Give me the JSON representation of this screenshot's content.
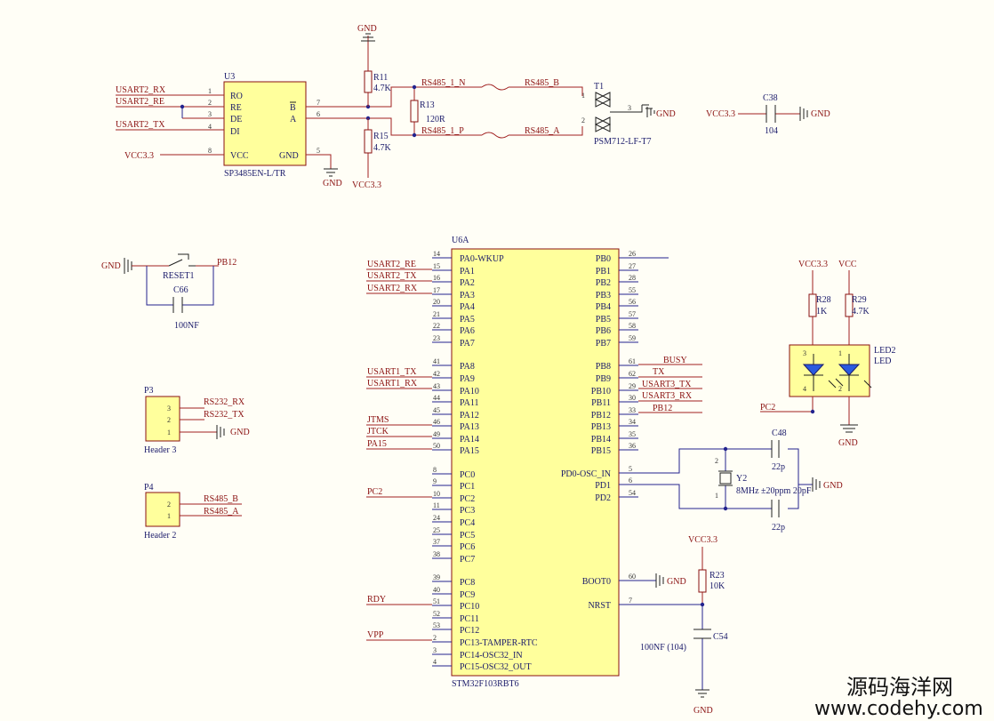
{
  "net_labels": {
    "usart2_rx": "USART2_RX",
    "usart2_re": "USART2_RE",
    "usart2_tx": "USART2_TX",
    "vcc33": "VCC3.3",
    "gnd": "GND",
    "vcc": "VCC",
    "rs485_1_n": "RS485_1_N",
    "rs485_1_p": "RS485_1_P",
    "rs485_b": "RS485_B",
    "rs485_a": "RS485_A",
    "pb12": "PB12",
    "usart1_tx": "USART1_TX",
    "usart1_rx": "USART1_RX",
    "jtms": "JTMS",
    "jtck": "JTCK",
    "pa15": "PA15",
    "pc2": "PC2",
    "rdy": "RDY",
    "vpp": "VPP",
    "busy": "BUSY",
    "tx": "TX",
    "usart3_tx": "USART3_TX",
    "usart3_rx": "USART3_RX",
    "rs232_rx": "RS232_RX",
    "rs232_tx": "RS232_TX"
  },
  "u3": {
    "ref": "U3",
    "part": "SP3485EN-L/TR",
    "pins_left": [
      "RO",
      "RE",
      "DE",
      "DI",
      "VCC"
    ],
    "pin_nums_left": [
      "1",
      "2",
      "3",
      "4",
      "8"
    ],
    "pins_right": [
      "B",
      "A",
      "GND"
    ],
    "pin_nums_right": [
      "7",
      "6",
      "5"
    ]
  },
  "u6": {
    "ref": "U6A",
    "part": "STM32F103RBT6",
    "left_pins": [
      "PA0-WKUP",
      "PA1",
      "PA2",
      "PA3",
      "PA4",
      "PA5",
      "PA6",
      "PA7",
      "PA8",
      "PA9",
      "PA10",
      "PA11",
      "PA12",
      "PA13",
      "PA14",
      "PA15",
      "PC0",
      "PC1",
      "PC2",
      "PC3",
      "PC4",
      "PC5",
      "PC6",
      "PC7",
      "PC8",
      "PC9",
      "PC10",
      "PC11",
      "PC12",
      "PC13-TAMPER-RTC",
      "PC14-OSC32_IN",
      "PC15-OSC32_OUT"
    ],
    "left_nums": [
      "14",
      "15",
      "16",
      "17",
      "20",
      "21",
      "22",
      "23",
      "41",
      "42",
      "43",
      "44",
      "45",
      "46",
      "49",
      "50",
      "8",
      "9",
      "10",
      "11",
      "24",
      "25",
      "37",
      "38",
      "39",
      "40",
      "51",
      "52",
      "53",
      "2",
      "3",
      "4"
    ],
    "right_pins": [
      "PB0",
      "PB1",
      "PB2",
      "PB3",
      "PB4",
      "PB5",
      "PB6",
      "PB7",
      "PB8",
      "PB9",
      "PB10",
      "PB11",
      "PB12",
      "PB13",
      "PB14",
      "PB15",
      "PD0-OSC_IN",
      "PD1",
      "PD2",
      "BOOT0",
      "NRST"
    ],
    "right_nums": [
      "26",
      "27",
      "28",
      "55",
      "56",
      "57",
      "58",
      "59",
      "61",
      "62",
      "29",
      "30",
      "33",
      "34",
      "35",
      "36",
      "5",
      "6",
      "54",
      "60",
      "7"
    ]
  },
  "components": {
    "r11": {
      "ref": "R11",
      "val": "4.7K"
    },
    "r13": {
      "ref": "R13",
      "val": "120R"
    },
    "r15": {
      "ref": "R15",
      "val": "4.7K"
    },
    "t1": {
      "ref": "T1",
      "part": "PSM712-LF-T7",
      "pins": [
        "1",
        "2",
        "3"
      ]
    },
    "c38": {
      "ref": "C38",
      "val": "104"
    },
    "reset": {
      "ref": "RESET1"
    },
    "c66": {
      "ref": "C66",
      "val": "100NF"
    },
    "p3": {
      "ref": "P3",
      "name": "Header 3",
      "pins": [
        "3",
        "2",
        "1"
      ]
    },
    "p4": {
      "ref": "P4",
      "name": "Header 2",
      "pins": [
        "2",
        "1"
      ]
    },
    "r28": {
      "ref": "R28",
      "val": "1K"
    },
    "r29": {
      "ref": "R29",
      "val": "4.7K"
    },
    "led2": {
      "ref": "LED2",
      "name": "LED",
      "pins": [
        "3",
        "1",
        "4",
        "2"
      ]
    },
    "c48": {
      "ref": "C48",
      "val": "22p"
    },
    "y2": {
      "ref": "Y2",
      "val": "8MHz ±20ppm 20pF",
      "pins": [
        "2",
        "1"
      ]
    },
    "c49": {
      "val": "22p"
    },
    "r23": {
      "ref": "R23",
      "val": "10K"
    },
    "c54": {
      "ref": "C54",
      "val": "100NF (104)"
    }
  },
  "watermark": {
    "line1": "源码海洋网",
    "line2": "www.codehy.com"
  }
}
